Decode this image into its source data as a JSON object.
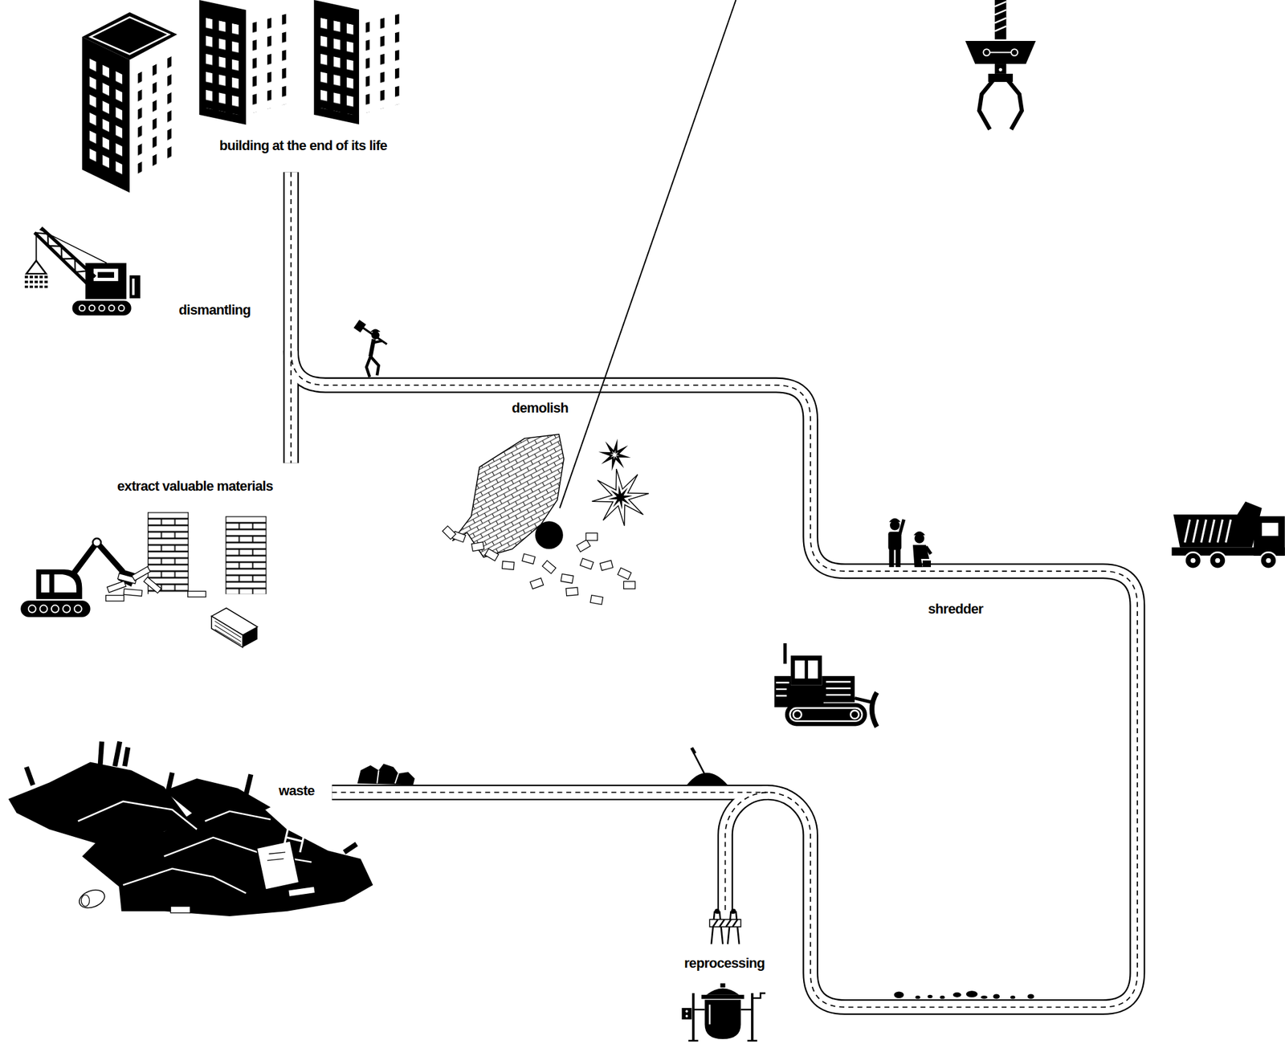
{
  "diagram": {
    "labels": [
      "building at the end of its life",
      "dismantling",
      "extract valuable materials",
      "demolish",
      "shredder",
      "waste",
      "reprocessing"
    ]
  }
}
